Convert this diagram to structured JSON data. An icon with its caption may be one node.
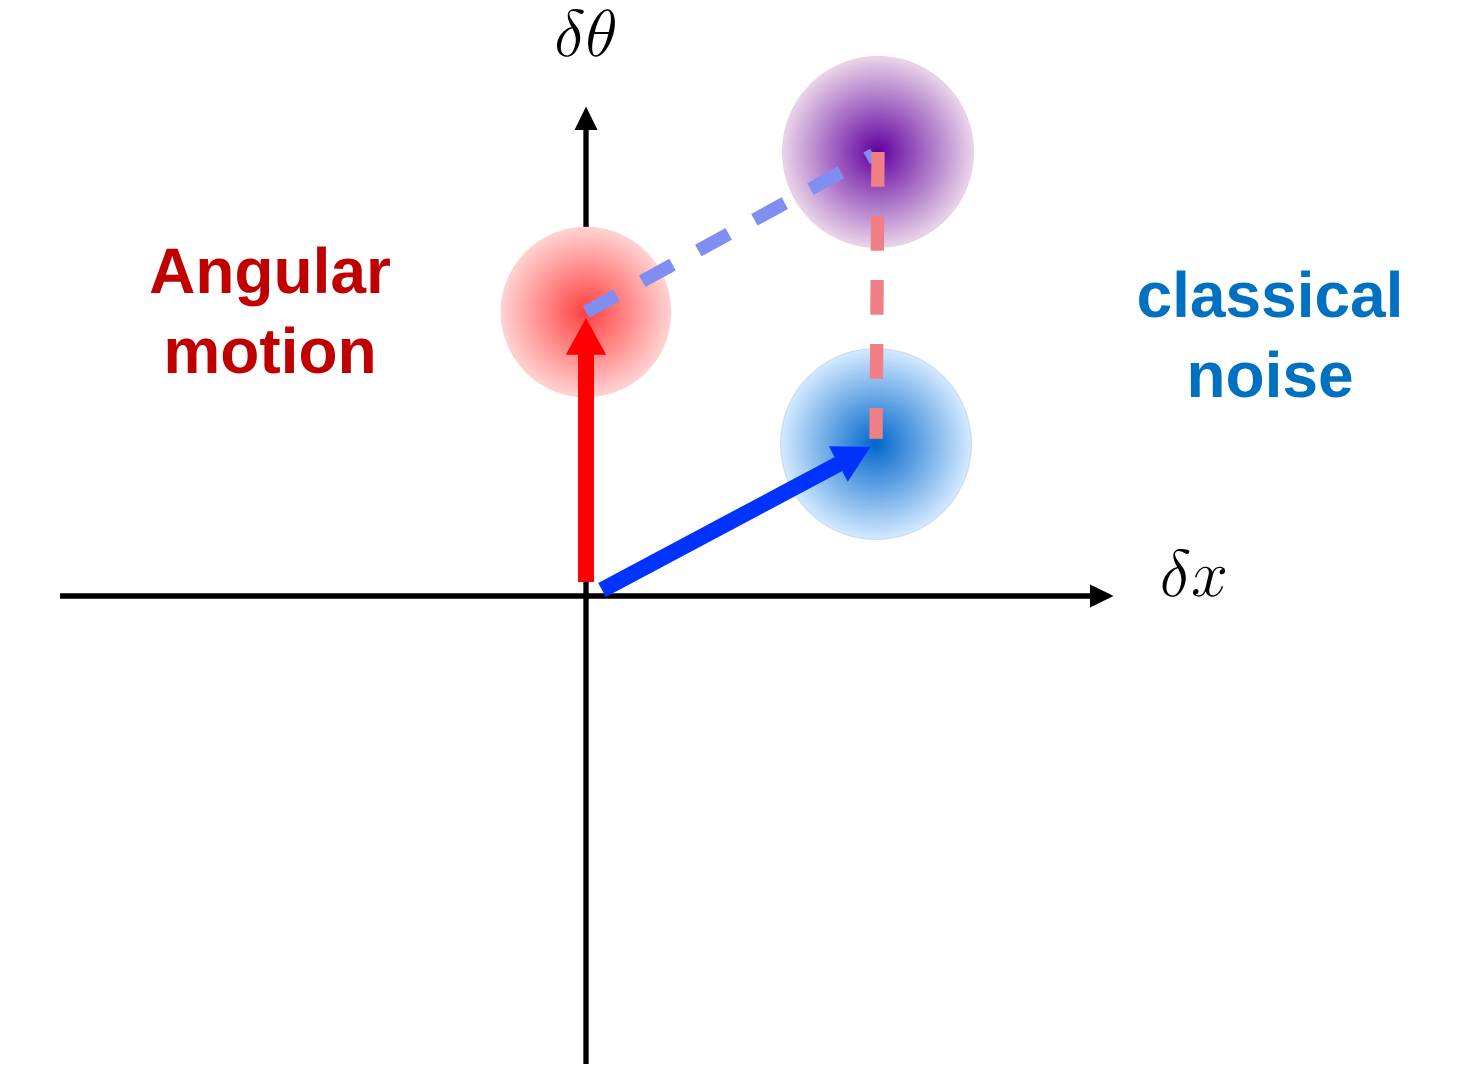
{
  "diagram": {
    "nodes": [
      {
        "text": [],
        "shape": "circle"
      },
      {
        "text": [],
        "shape": "circle"
      },
      {
        "text": [],
        "shape": "circle"
      }
    ],
    "edges": [
      {
        "from": null,
        "to": 0,
        "arrow": "to",
        "color": "#ff0000"
      },
      {
        "from": null,
        "to": 2,
        "arrow": "to",
        "color": "#0033ff"
      },
      {
        "from": 0,
        "to": 1,
        "arrow": "none",
        "style": "dashed",
        "color": "#7f8ef0"
      },
      {
        "from": 1,
        "to": 2,
        "arrow": "none",
        "style": "dashed",
        "color": "#f07f86"
      }
    ],
    "labels": [
      "$\\delta\\theta$",
      "Angular motion",
      "classical noise",
      "$\\delta x$"
    ]
  }
}
